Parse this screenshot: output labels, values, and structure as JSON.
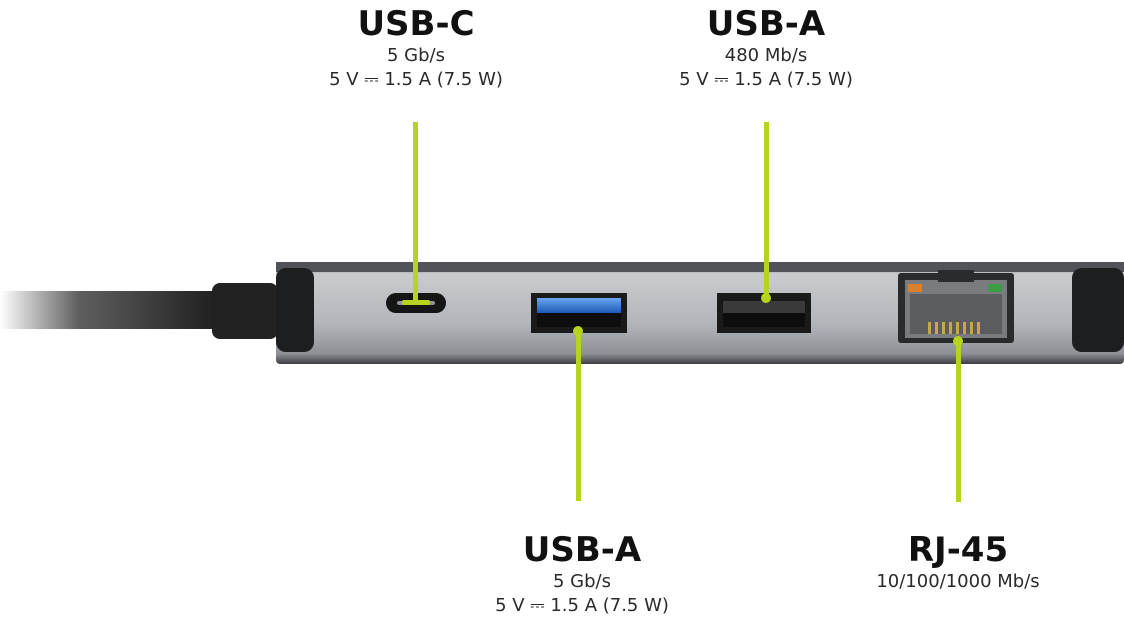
{
  "accent_color": "#b6d41e",
  "ports": [
    {
      "id": "usb-c",
      "name": "USB-C",
      "lines": [
        "5 Gb/s",
        "5 V ⎓ 1.5 A (7.5 W)"
      ]
    },
    {
      "id": "usb-a-top",
      "name": "USB-A",
      "lines": [
        "480 Mb/s",
        "5 V ⎓ 1.5 A (7.5 W)"
      ]
    },
    {
      "id": "usb-a-bottom",
      "name": "USB-A",
      "lines": [
        "5 Gb/s",
        "5 V ⎓ 1.5 A (7.5 W)"
      ]
    },
    {
      "id": "rj45",
      "name": "RJ-45",
      "lines": [
        "10/100/1000 Mb/s"
      ]
    }
  ]
}
